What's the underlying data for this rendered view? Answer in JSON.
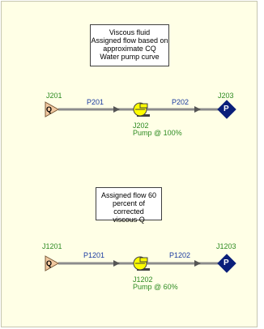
{
  "annotations": {
    "top": [
      "Viscous fluid",
      "Assigned flow based on",
      "approximate CQ",
      "Water pump curve"
    ],
    "bottom": [
      "Assigned flow 60",
      "percent of corrected",
      "viscous Q"
    ]
  },
  "system1": {
    "source_junction": "J201",
    "source_symbol": "Q",
    "pipe_in": "P201",
    "pump_junction": "J202",
    "pump_label": "Pump @ 100%",
    "pipe_out": "P202",
    "sink_junction": "J203",
    "sink_symbol": "P"
  },
  "system2": {
    "source_junction": "J1201",
    "source_symbol": "Q",
    "pipe_in": "P1201",
    "pump_junction": "J1202",
    "pump_label": "Pump @ 60%",
    "pipe_out": "P1202",
    "sink_junction": "J1203",
    "sink_symbol": "P"
  },
  "colors": {
    "panel_bg": "#ffffe6",
    "pipe": "#8c8c8c",
    "junction_label": "#2e8b22",
    "pipe_label": "#1a3aa0",
    "assigned_flow_fill": "#f2c9a0",
    "pump_fill": "#ffff00",
    "pressure_fill": "#0a1f7a"
  },
  "icons": {
    "source": "assigned-flow-icon",
    "pump": "pump-icon",
    "sink": "assigned-pressure-icon"
  }
}
